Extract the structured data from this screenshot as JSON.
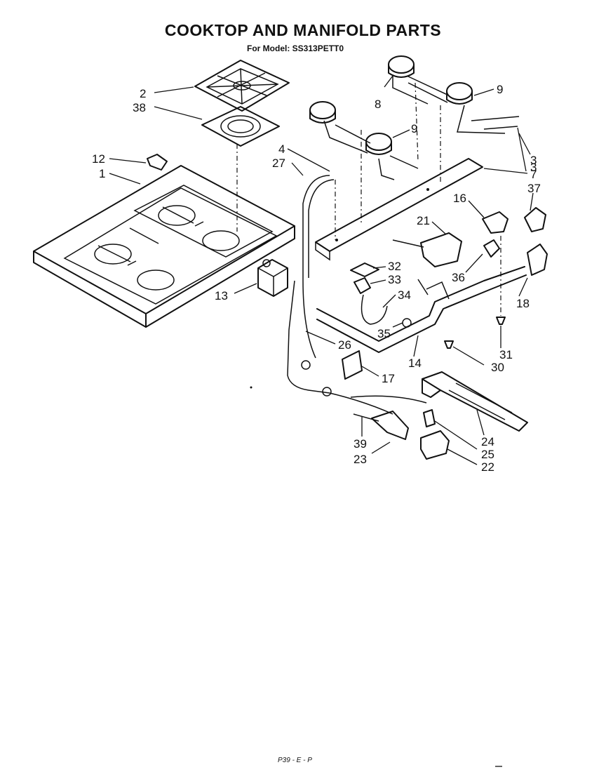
{
  "header": {
    "title": "COOKTOP  AND MANIFOLD PARTS",
    "subtitle": "For Model: SS313PETT0"
  },
  "footer": {
    "code": "P39 - E - P"
  },
  "callouts": [
    {
      "id": "2",
      "text": "2"
    },
    {
      "id": "38",
      "text": "38"
    },
    {
      "id": "12",
      "text": "12"
    },
    {
      "id": "1",
      "text": "1"
    },
    {
      "id": "13",
      "text": "13"
    },
    {
      "id": "4",
      "text": "4"
    },
    {
      "id": "27",
      "text": "27"
    },
    {
      "id": "26",
      "text": "26"
    },
    {
      "id": "8",
      "text": "8"
    },
    {
      "id": "9a",
      "text": "9"
    },
    {
      "id": "9b",
      "text": "9"
    },
    {
      "id": "3a",
      "text": "3"
    },
    {
      "id": "3b",
      "text": "3"
    },
    {
      "id": "7",
      "text": "7"
    },
    {
      "id": "37",
      "text": "37"
    },
    {
      "id": "16",
      "text": "16"
    },
    {
      "id": "21",
      "text": "21"
    },
    {
      "id": "32",
      "text": "32"
    },
    {
      "id": "33",
      "text": "33"
    },
    {
      "id": "34",
      "text": "34"
    },
    {
      "id": "36",
      "text": "36"
    },
    {
      "id": "18",
      "text": "18"
    },
    {
      "id": "35",
      "text": "35"
    },
    {
      "id": "14",
      "text": "14"
    },
    {
      "id": "17",
      "text": "17"
    },
    {
      "id": "31",
      "text": "31"
    },
    {
      "id": "30",
      "text": "30"
    },
    {
      "id": "39",
      "text": "39"
    },
    {
      "id": "23",
      "text": "23"
    },
    {
      "id": "24",
      "text": "24"
    },
    {
      "id": "25",
      "text": "25"
    },
    {
      "id": "22",
      "text": "22"
    }
  ]
}
